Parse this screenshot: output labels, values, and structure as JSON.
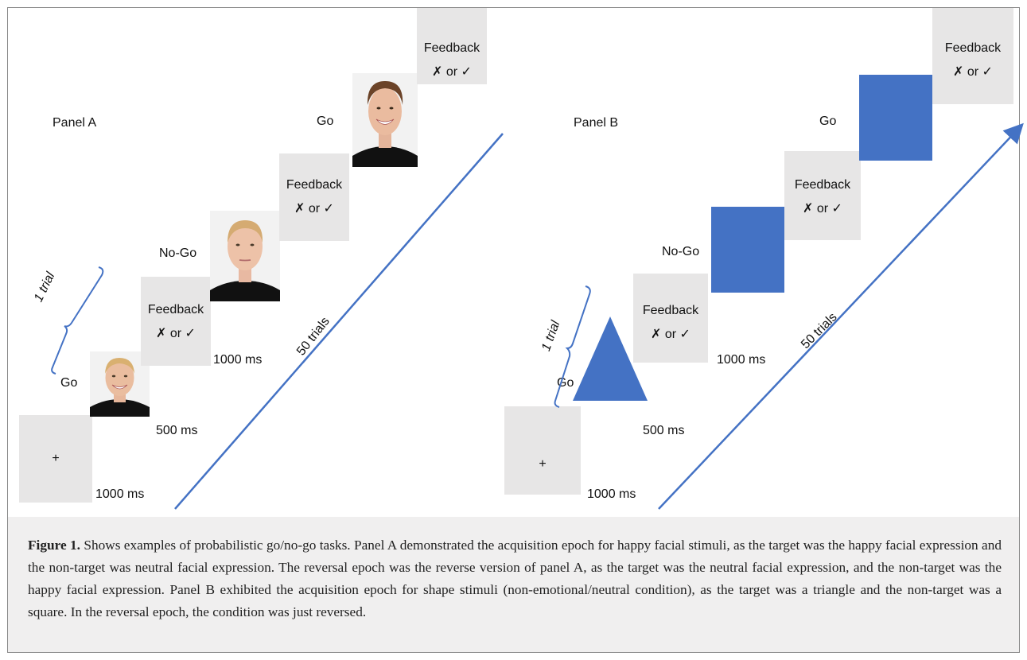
{
  "panel_a": {
    "title": "Panel A",
    "fixation": "+",
    "fixation_duration": "1000 ms",
    "go_label": "Go",
    "nogo_label": "No-Go",
    "stimulus_duration": "500 ms",
    "feedback_title": "Feedback",
    "feedback_marks": "✗  or  ✓",
    "feedback_duration": "1000 ms",
    "trial_label": "1 trial",
    "trials_count_label": "50 trials"
  },
  "panel_b": {
    "title": "Panel B",
    "fixation": "+",
    "fixation_duration": "1000 ms",
    "go_label": "Go",
    "nogo_label": "No-Go",
    "stimulus_duration": "500 ms",
    "feedback_title": "Feedback",
    "feedback_marks": "✗  or  ✓",
    "feedback_duration": "1000 ms",
    "trial_label": "1 trial",
    "trials_count_label": "50 trials"
  },
  "colors": {
    "stimulus_blue": "#4472c4",
    "box_gray": "#e7e6e6",
    "caption_background": "#f0efef"
  },
  "caption": {
    "label": "Figure 1.",
    "text": "Shows examples of probabilistic go/no-go tasks. Panel A demonstrated the acquisition epoch for happy facial stimuli, as the target was the happy facial expression and the non-target was neutral facial expression. The reversal epoch was the reverse version of panel A, as the target was the neutral facial expression, and the non-target was the happy facial expression. Panel B exhibited the acquisition epoch for shape stimuli (non-emotional/neutral condition), as the target was a triangle and the non-target was a square. In the reversal epoch, the condition was just reversed."
  }
}
